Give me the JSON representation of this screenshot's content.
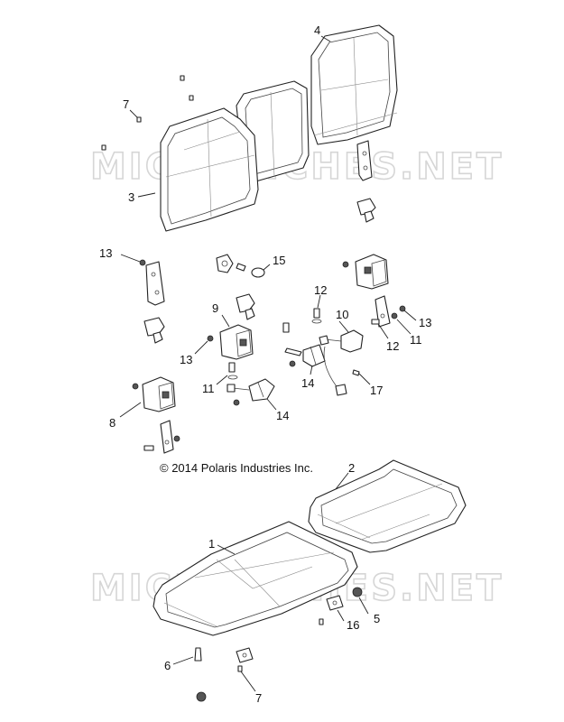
{
  "copyright": "© 2014 Polaris Industries Inc.",
  "watermarks": [
    "MICROFICHES.NET",
    "MICROFICHES.NET"
  ],
  "callouts": {
    "c4": "4",
    "c7a": "7",
    "c3": "3",
    "c13a": "13",
    "c15": "15",
    "c12a": "12",
    "c9": "9",
    "c10": "10",
    "c13b": "13",
    "c13c": "13",
    "c12b": "12",
    "c11a": "11",
    "c11b": "11",
    "c14a": "14",
    "c17": "17",
    "c14b": "14",
    "c8": "8",
    "c2": "2",
    "c1": "1",
    "c5": "5",
    "c16": "16",
    "c6": "6",
    "c7b": "7"
  }
}
